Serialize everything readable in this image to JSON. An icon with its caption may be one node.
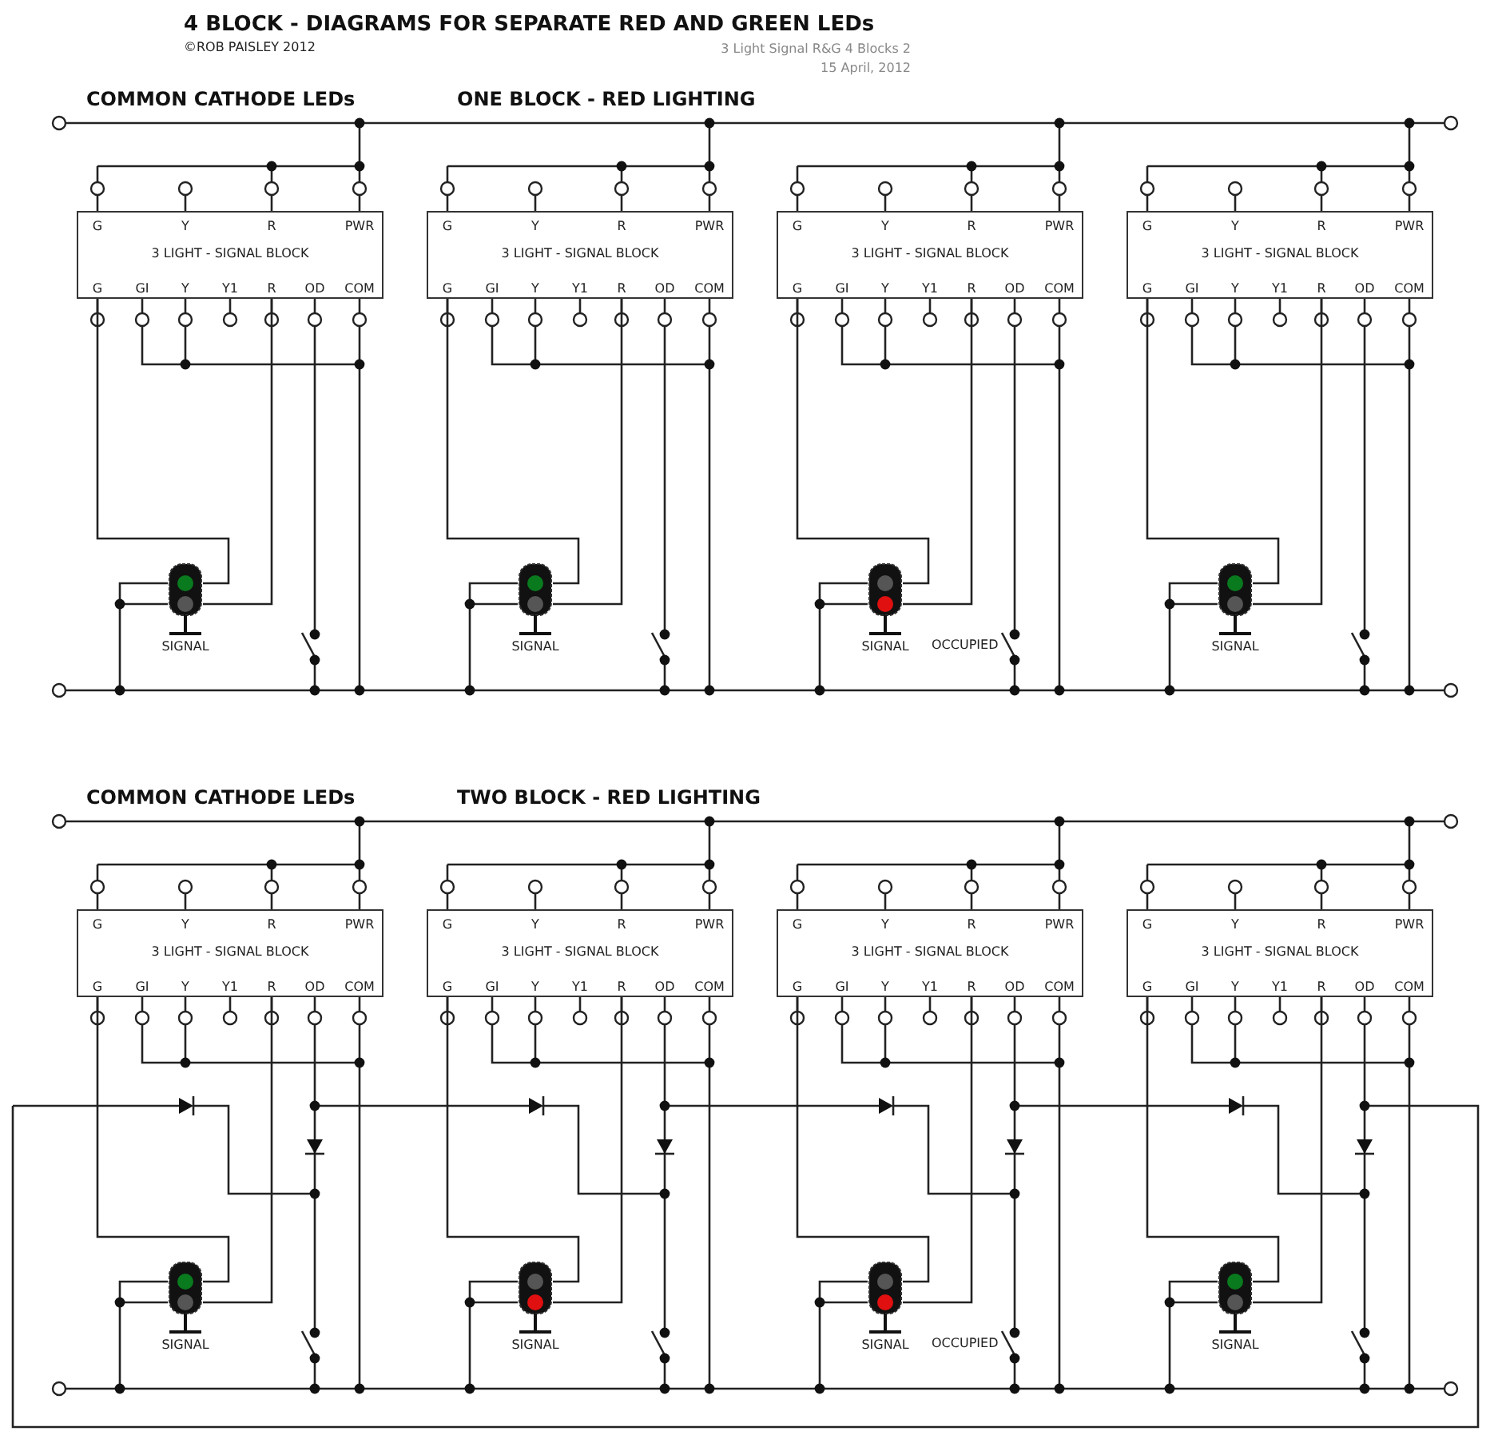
{
  "diagram": {
    "title": "4 BLOCK -  DIAGRAMS FOR SEPARATE RED AND GREEN LEDs",
    "nodes": [
      {
        "text": [
          "G",
          "Y",
          "R",
          "PWR",
          "3 LIGHT - SIGNAL BLOCK",
          "G",
          "GI",
          "Y",
          "Y1",
          "R",
          "OD",
          "COM"
        ]
      },
      {
        "text": [
          "G",
          "Y",
          "R",
          "PWR",
          "3 LIGHT - SIGNAL BLOCK",
          "G",
          "GI",
          "Y",
          "Y1",
          "R",
          "OD",
          "COM"
        ]
      },
      {
        "text": [
          "G",
          "Y",
          "R",
          "PWR",
          "3 LIGHT - SIGNAL BLOCK",
          "G",
          "GI",
          "Y",
          "Y1",
          "R",
          "OD",
          "COM"
        ]
      },
      {
        "text": [
          "G",
          "Y",
          "R",
          "PWR",
          "3 LIGHT - SIGNAL BLOCK",
          "G",
          "GI",
          "Y",
          "Y1",
          "R",
          "OD",
          "COM"
        ]
      },
      {
        "text": [],
        "shape": "picture",
        "beside": [
          "SIGNAL"
        ]
      },
      {
        "text": [],
        "shape": "picture",
        "beside": [
          "SIGNAL"
        ]
      },
      {
        "text": [],
        "shape": "picture",
        "beside": [
          "SIGNAL"
        ]
      },
      {
        "text": [],
        "shape": "picture",
        "beside": [
          "SIGNAL"
        ]
      },
      {
        "text": [
          "G",
          "Y",
          "R",
          "PWR",
          "3 LIGHT - SIGNAL BLOCK",
          "G",
          "GI",
          "Y",
          "Y1",
          "R",
          "OD",
          "COM"
        ]
      },
      {
        "text": [
          "G",
          "Y",
          "R",
          "PWR",
          "3 LIGHT - SIGNAL BLOCK",
          "G",
          "GI",
          "Y",
          "Y1",
          "R",
          "OD",
          "COM"
        ]
      },
      {
        "text": [
          "G",
          "Y",
          "R",
          "PWR",
          "3 LIGHT - SIGNAL BLOCK",
          "G",
          "GI",
          "Y",
          "Y1",
          "R",
          "OD",
          "COM"
        ]
      },
      {
        "text": [
          "G",
          "Y",
          "R",
          "PWR",
          "3 LIGHT - SIGNAL BLOCK",
          "G",
          "GI",
          "Y",
          "Y1",
          "R",
          "OD",
          "COM"
        ]
      },
      {
        "text": [],
        "shape": "picture",
        "beside": [
          "SIGNAL"
        ]
      },
      {
        "text": [],
        "shape": "picture",
        "beside": [
          "SIGNAL"
        ]
      },
      {
        "text": [],
        "shape": "picture",
        "beside": [
          "SIGNAL"
        ]
      },
      {
        "text": [],
        "shape": "picture",
        "beside": [
          "SIGNAL"
        ]
      }
    ],
    "edges": [
      {
        "from": 0,
        "to": 4,
        "arrow": "none"
      },
      {
        "from": 0,
        "to": 4,
        "arrow": "none"
      },
      {
        "from": 1,
        "to": 5,
        "arrow": "none"
      },
      {
        "from": 1,
        "to": 5,
        "arrow": "none"
      },
      {
        "from": 2,
        "to": 6,
        "arrow": "none"
      },
      {
        "from": 2,
        "to": 6,
        "arrow": "none"
      },
      {
        "from": 3,
        "to": 7,
        "arrow": "none"
      },
      {
        "from": 3,
        "to": 7,
        "arrow": "none"
      },
      {
        "from": 8,
        "to": 12,
        "arrow": "none"
      },
      {
        "from": 8,
        "to": 12,
        "arrow": "none"
      },
      {
        "from": 9,
        "to": 13,
        "arrow": "none"
      },
      {
        "from": 9,
        "to": 13,
        "arrow": "none"
      },
      {
        "from": 10,
        "to": 14,
        "arrow": "none"
      },
      {
        "from": 10,
        "to": 14,
        "arrow": "none"
      },
      {
        "from": 11,
        "to": 15,
        "arrow": "none"
      },
      {
        "from": 11,
        "to": 15,
        "arrow": "none"
      }
    ],
    "labels": [
      "©ROB PAISLEY 2012",
      "3 Light Signal R&G 4 Blocks 2",
      "15 April, 2012",
      "COMMON CATHODE LEDs",
      "ONE BLOCK - RED LIGHTING",
      "OCCUPIED",
      "COMMON CATHODE LEDs",
      "TWO BLOCK - RED LIGHTING",
      "OCCUPIED"
    ]
  }
}
